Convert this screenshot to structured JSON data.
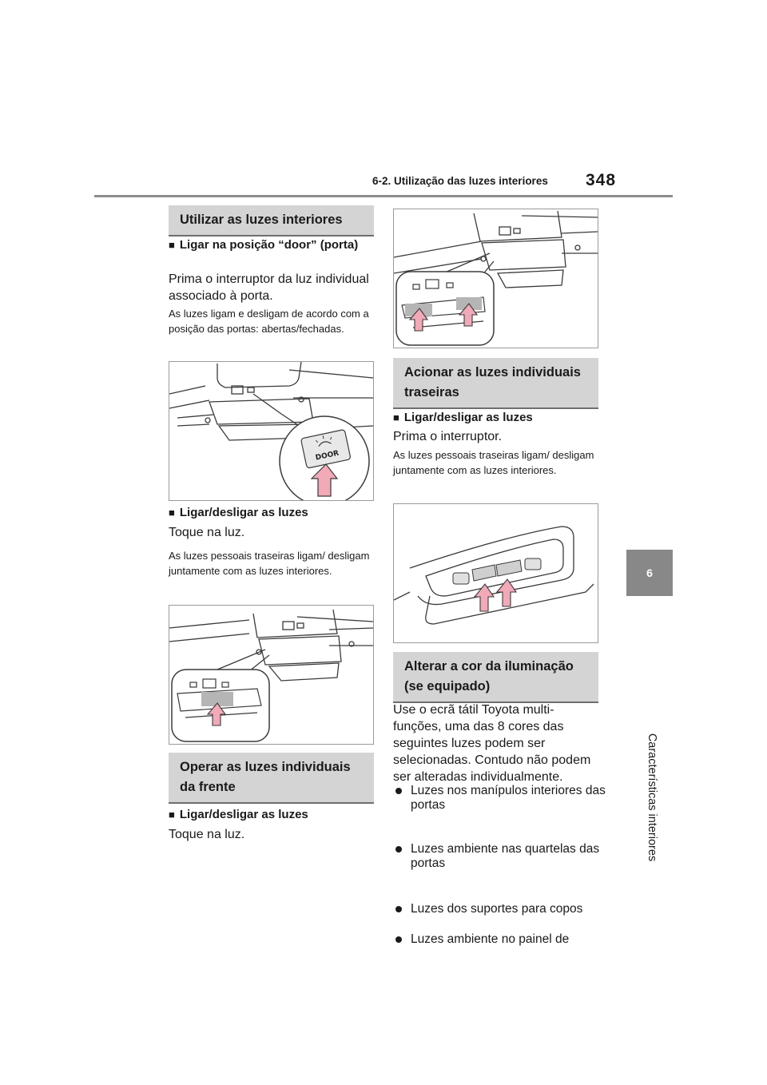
{
  "header": {
    "section": "6-2. Utilização das luzes interiores",
    "page": "348"
  },
  "side_tab": {
    "chapter": "6",
    "title": "Características interiores"
  },
  "left": {
    "sec1": "Utilizar as luzes interiores",
    "sub1": "Ligar na posição “door” (porta)",
    "body1": "Prima o interruptor da luz individual associado à porta.",
    "note1": "As luzes ligam e desligam de acordo com a posição das portas: abertas/fechadas.",
    "door_label": "DOOR",
    "sub2": "Ligar/desligar as luzes",
    "body2": "Toque na luz.",
    "note2": "As luzes pessoais traseiras ligam/ desligam juntamente com as luzes interiores.",
    "sec2": "Operar as luzes individuais da frente",
    "sub3": "Ligar/desligar as luzes",
    "body3": "Toque na luz."
  },
  "right": {
    "sec3": "Acionar as luzes individuais traseiras",
    "sub4": "Ligar/desligar as luzes",
    "body4": "Prima o interruptor.",
    "note4": "As luzes pessoais traseiras ligam/ desligam juntamente com as luzes interiores.",
    "sec4": "Alterar a cor da iluminação (se equipado)",
    "body5": "Use o ecrã tátil Toyota multi-funções, uma das 8 cores das seguintes luzes podem ser selecionadas. Contudo não podem ser alteradas individualmente.",
    "bullets": [
      "Luzes nos manípulos interiores das portas",
      "Luzes ambiente nas quartelas das portas",
      "Luzes dos suportes para copos",
      "Luzes ambiente no painel de"
    ]
  },
  "colors": {
    "section_bg": "#d4d4d4",
    "arrow": "#f2a9b8",
    "tab": "#888888"
  }
}
